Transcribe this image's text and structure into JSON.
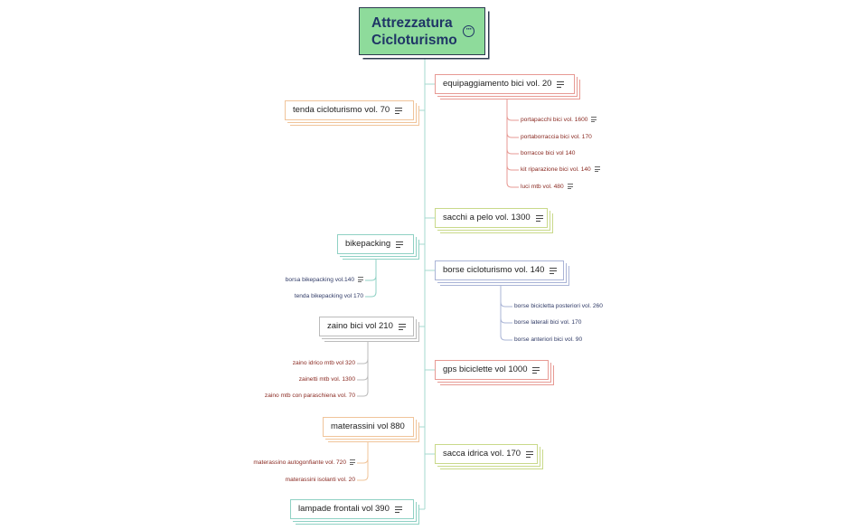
{
  "root": {
    "title": "Attrezzatura\nCicloturismo",
    "icon": "more-options-icon"
  },
  "colors": {
    "trunk": "#a5d8cf",
    "red": "#e79a94",
    "orange": "#f0c49a",
    "green": "#c9d98a",
    "teal": "#8fd1c4",
    "blue": "#aab4d6",
    "gray": "#bbbbbb",
    "leaf_red_text": "#8a2a22",
    "leaf_blue_text": "#2f3a66"
  },
  "nodes": [
    {
      "id": "equip",
      "label": "equipaggiamento bici vol. 20",
      "note": true,
      "color": "red"
    },
    {
      "id": "tenda",
      "label": "tenda cicloturismo vol. 70",
      "note": true,
      "color": "orange"
    },
    {
      "id": "sacchi",
      "label": "sacchi a pelo vol. 1300",
      "note": true,
      "color": "green"
    },
    {
      "id": "bikepacking",
      "label": "bikepacking",
      "note": true,
      "color": "teal"
    },
    {
      "id": "borse",
      "label": "borse cicloturismo vol. 140",
      "note": true,
      "color": "blue"
    },
    {
      "id": "zaino",
      "label": "zaino bici vol 210",
      "note": true,
      "color": "gray"
    },
    {
      "id": "gps",
      "label": "gps biciclette vol 1000",
      "note": true,
      "color": "red"
    },
    {
      "id": "materassini",
      "label": "materassini vol 880",
      "note": false,
      "color": "orange"
    },
    {
      "id": "sacca",
      "label": "sacca idrica vol. 170",
      "note": true,
      "color": "green"
    },
    {
      "id": "lampade",
      "label": "lampade frontali vol 390",
      "note": true,
      "color": "teal"
    }
  ],
  "leaves": {
    "equip": [
      {
        "label": "portapacchi bici vol. 1600",
        "note": true
      },
      {
        "label": "portaborraccia bici vol. 170",
        "note": false
      },
      {
        "label": "borracce bici vol 140",
        "note": false
      },
      {
        "label": "kit riparazione bici vol. 140",
        "note": true
      },
      {
        "label": "luci mtb vol. 480",
        "note": true
      }
    ],
    "bikepacking": [
      {
        "label": "borsa bikepacking vol.140",
        "note": true
      },
      {
        "label": "tenda bikepacking vol 170",
        "note": false
      }
    ],
    "borse": [
      {
        "label": "borse bicicletta posteriori vol. 260",
        "note": false
      },
      {
        "label": "borse laterali bici vol. 170",
        "note": false
      },
      {
        "label": "borse anteriori bici vol. 90",
        "note": false
      }
    ],
    "zaino": [
      {
        "label": "zaino idrico mtb vol 320",
        "note": false
      },
      {
        "label": "zainetti mtb vol. 1300",
        "note": false
      },
      {
        "label": "zaino mtb con paraschiena vol. 70",
        "note": false
      }
    ],
    "materassini": [
      {
        "label": "materassino autogonfiante vol. 720",
        "note": true
      },
      {
        "label": "materassini isolanti vol. 20",
        "note": false
      }
    ]
  }
}
